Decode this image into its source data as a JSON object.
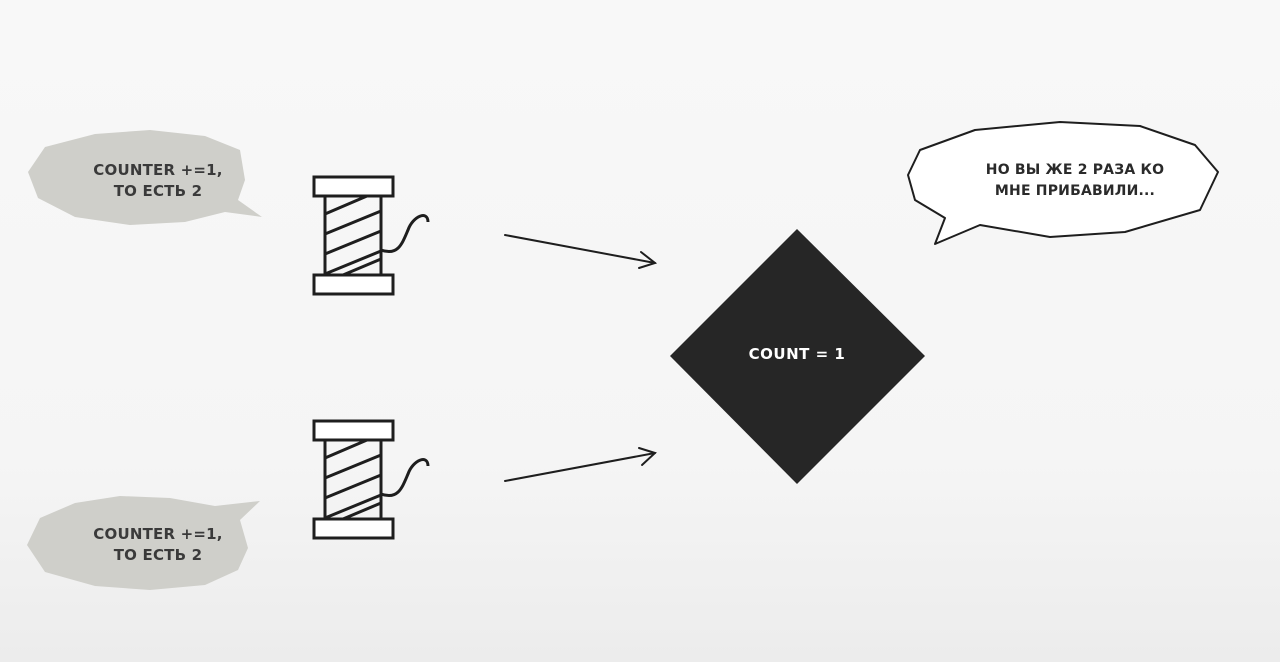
{
  "bubbles": {
    "top_left": {
      "line1": "COUNTER +=1,",
      "line2": "ТО ЕСТЬ 2"
    },
    "bottom_left": {
      "line1": "COUNTER +=1,",
      "line2": "ТО ЕСТЬ 2"
    },
    "right": {
      "line1": "НО ВЫ ЖЕ 2 РАЗА КО",
      "line2": "МНЕ ПРИБАВИЛИ..."
    }
  },
  "node": {
    "label": "COUNT = 1"
  },
  "icons": [
    "thread-spool-icon",
    "thread-spool-icon"
  ],
  "colors": {
    "background": "#f5f5f5",
    "bubble_fill": "#cfcfca",
    "node_fill": "#262626",
    "stroke": "#1e1e1e"
  }
}
